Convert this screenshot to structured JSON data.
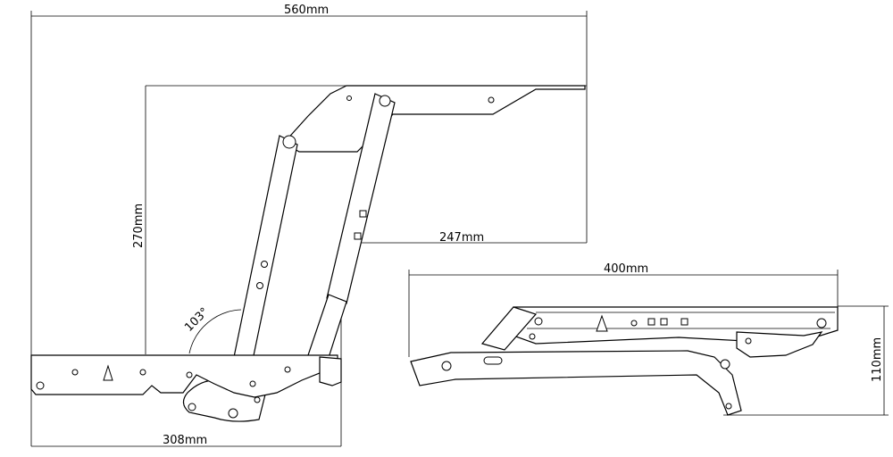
{
  "colors": {
    "line": "#000000",
    "background": "#ffffff"
  },
  "dimensions": {
    "overall_width": "560mm",
    "height": "270mm",
    "offset": "247mm",
    "angle": "103°",
    "base_length": "308mm",
    "closed_length": "400mm",
    "closed_height": "110mm"
  }
}
